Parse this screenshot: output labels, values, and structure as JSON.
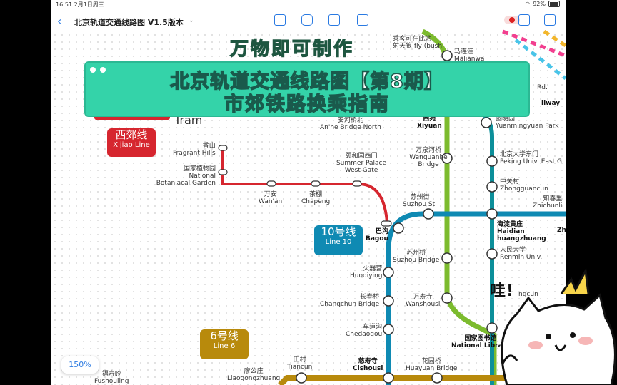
{
  "status": {
    "time": "16:51",
    "date": "2月1日周三",
    "battery": "92%"
  },
  "toolbar": {
    "title": "北京轨道交通线路图 V1.5版本"
  },
  "overlay": {
    "headline": "万物即可制作",
    "banner_line1": "北京轨道交通线路图【第8期】",
    "banner_line2": "市郊铁路换乘指南",
    "exclaim": "哇!"
  },
  "zoom": "150%",
  "colors": {
    "xijiao": "#d6262f",
    "line10": "#0f8ab3",
    "line6": "#b88a0c",
    "line4": "#0c8f9a",
    "line_green": "#7cbb2e",
    "banner": "#34d3a9"
  },
  "lines": {
    "xijiao": {
      "cn": "西郊线",
      "en": "Xijiao Line"
    },
    "line10": {
      "cn": "10号线",
      "en": "Line 10"
    },
    "line6": {
      "cn": "6号线",
      "en": "Line 6"
    },
    "tram": "Tram"
  },
  "stations": {
    "xiangshan": {
      "cn": "香山",
      "en": "Fragrant Hills"
    },
    "botanical": {
      "cn": "国家植物园",
      "en": "National Botaniacal Garden"
    },
    "wanan": {
      "cn": "万安",
      "en": "Wan'an"
    },
    "chapeng": {
      "cn": "茶棚",
      "en": "Chapeng"
    },
    "summer_palace": {
      "cn": "颐和园西门",
      "en": "Summer Palace West Gate"
    },
    "anhe": {
      "cn": "安河桥北",
      "en": "An'he Bridge North"
    },
    "bagou": {
      "cn": "巴沟",
      "en": "Bagou"
    },
    "xiyuan": {
      "cn": "西苑",
      "en": "Xiyuan"
    },
    "wanquanhe": {
      "cn": "万泉河桥",
      "en": "Wanquanhe Bridge"
    },
    "suzhoujie": {
      "cn": "苏州街",
      "en": "Suzhou St."
    },
    "suzhouqiao": {
      "cn": "苏州桥",
      "en": "Suzhou Bridge"
    },
    "huoqiying": {
      "cn": "火器营",
      "en": "Huoqiying"
    },
    "changchun": {
      "cn": "长春桥",
      "en": "Changchun Bridge"
    },
    "wanshousi": {
      "cn": "万寿寺",
      "en": "Wanshousi"
    },
    "chedaogou": {
      "cn": "车道沟",
      "en": "Chedaogou"
    },
    "cishousi": {
      "cn": "慈寿寺",
      "en": "Cishousi"
    },
    "huayuan": {
      "cn": "花园桥",
      "en": "Huayuan Bridge"
    },
    "tiancun": {
      "cn": "田村",
      "en": "Tiancun"
    },
    "liaogong": {
      "cn": "廖公庄",
      "en": "Liaogongzhuang"
    },
    "fushouling": {
      "cn": "福寿岭",
      "en": "Fushouling"
    },
    "library": {
      "cn": "国家图书馆",
      "en": "National Library"
    },
    "yuanmingyuan": {
      "cn": "圆明园",
      "en": "Yuanmingyuan Park"
    },
    "peking": {
      "cn": "北京大学东门",
      "en": "Peking Univ. East G"
    },
    "zhongguancun": {
      "cn": "中关村",
      "en": "Zhongguancun"
    },
    "zhichunli": {
      "cn": "知春里",
      "en": "Zhichunli"
    },
    "haidian": {
      "cn": "海淀黄庄",
      "en": "Haidian huangzhuang"
    },
    "renmin": {
      "cn": "人民大学",
      "en": "Renmin Univ."
    },
    "malianwa": {
      "cn": "马连洼",
      "en": "Malianwa"
    },
    "top_partial": {
      "cn": "乘客可在此站",
      "en": "fly (bushi"
    },
    "top_partial2": {
      "cn": "射天狼",
      "en": ""
    },
    "zh_partial": "Zh",
    "rd_partial": "Rd.",
    "ilway_partial": "ilway",
    "ngcun_partial": "ngcun"
  }
}
